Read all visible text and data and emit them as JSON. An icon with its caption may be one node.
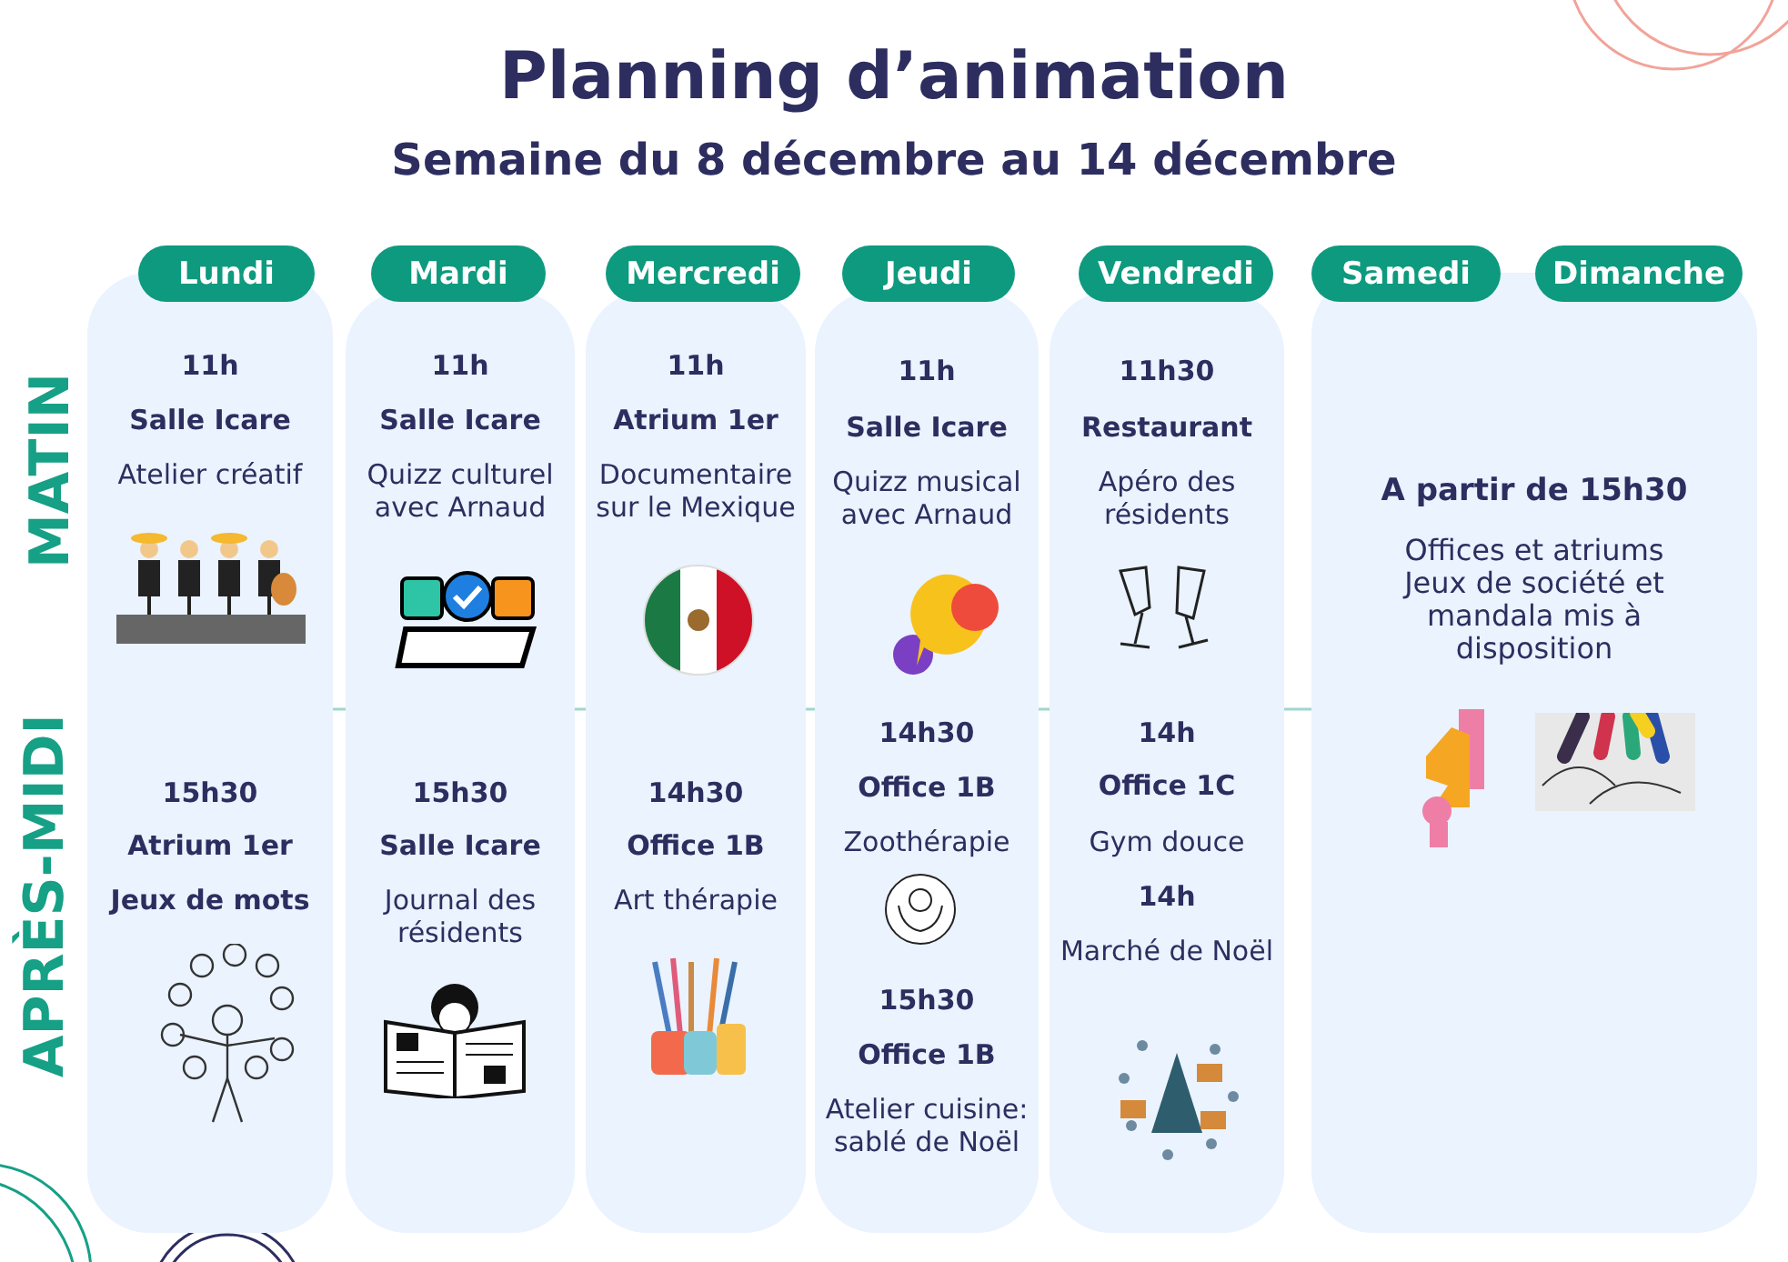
{
  "diagram": {
    "title": "Planning d’animation",
    "nodes": [
      {
        "text": [
          "Lundi"
        ]
      },
      {
        "text": [
          "Mardi"
        ]
      },
      {
        "text": [
          "Mercredi"
        ]
      },
      {
        "text": [
          "Jeudi"
        ]
      },
      {
        "text": [
          "Vendredi"
        ]
      },
      {
        "text": [
          "Samedi"
        ]
      },
      {
        "text": [
          "Dimanche"
        ]
      },
      {
        "text": [
          "11h",
          "Salle Icare",
          "Atelier créatif",
          "15h30",
          "Atrium 1er",
          "Jeux de mots"
        ]
      },
      {
        "text": [
          "11h",
          "Salle Icare",
          "Quizz culturel avec Arnaud",
          "15h30",
          "Salle Icare",
          "Journal des résidents"
        ]
      },
      {
        "text": [
          "11h",
          "Atrium 1er",
          "Documentaire sur le Mexique",
          "14h30",
          "Office 1B",
          "Art thérapie"
        ]
      },
      {
        "text": [
          "11h",
          "Salle Icare",
          "Quizz musical avec Arnaud",
          "14h30",
          "Office 1B",
          "Zoothérapie",
          "15h30",
          "Office 1B",
          "Atelier cuisine: sablé de Noël"
        ]
      },
      {
        "text": [
          "11h30",
          "Restaurant",
          "Apéro des résidents",
          "14h",
          "Office 1C",
          "Gym douce",
          "14h",
          "Marché de Noël"
        ]
      },
      {
        "text": [
          "A partir de 15h30",
          "Offices et atriums Jeux de société et mandala mis à disposition"
        ]
      }
    ],
    "edges": [],
    "labels": [
      "Semaine du 8 décembre au 14 décembre",
      "MATIN",
      "APRÈS-MIDI"
    ]
  }
}
